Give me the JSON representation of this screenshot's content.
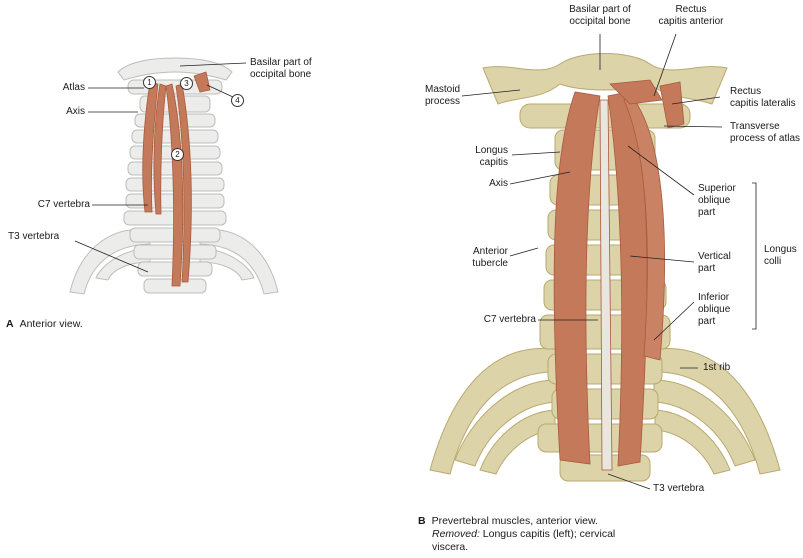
{
  "panel_a": {
    "letter": "A",
    "caption": "Anterior view.",
    "labels": {
      "atlas": "Atlas",
      "axis": "Axis",
      "c7": "C7 vertebra",
      "t3": "T3 vertebra",
      "basilar_1": "Basilar part of",
      "basilar_2": "occipital bone"
    },
    "numbers": [
      "1",
      "2",
      "3",
      "4"
    ]
  },
  "panel_b": {
    "letter": "B",
    "caption_line1": "Prevertebral muscles, anterior view.",
    "caption_removed": "Removed:",
    "caption_rest": " Longus capitis (left); cervical",
    "caption_line3": "viscera.",
    "labels": {
      "basilar_1": "Basilar part of",
      "basilar_2": "occipital bone",
      "rca_1": "Rectus",
      "rca_2": "capitis anterior",
      "mastoid_1": "Mastoid",
      "mastoid_2": "process",
      "rcl_1": "Rectus",
      "rcl_2": "capitis lateralis",
      "tpa_1": "Transverse",
      "tpa_2": "process of atlas",
      "lcap_1": "Longus",
      "lcap_2": "capitis",
      "axis": "Axis",
      "sup_1": "Superior",
      "sup_2": "oblique",
      "sup_3": "part",
      "ant_1": "Anterior",
      "ant_2": "tubercle",
      "vert_1": "Vertical",
      "vert_2": "part",
      "longus_colli_1": "Longus",
      "longus_colli_2": "colli",
      "inf_1": "Inferior",
      "inf_2": "oblique",
      "inf_3": "part",
      "c7": "C7 vertebra",
      "rib1": "1st rib",
      "t3": "T3 vertebra"
    }
  },
  "colors": {
    "bone_light": "#ececea",
    "bone_outline": "#bdbdbd",
    "bone_b": "#ddd3a8",
    "bone_b_dark": "#b8a970",
    "muscle": "#c47a5a",
    "muscle_dark": "#a85a3c",
    "tendon": "#e9e6e0"
  }
}
